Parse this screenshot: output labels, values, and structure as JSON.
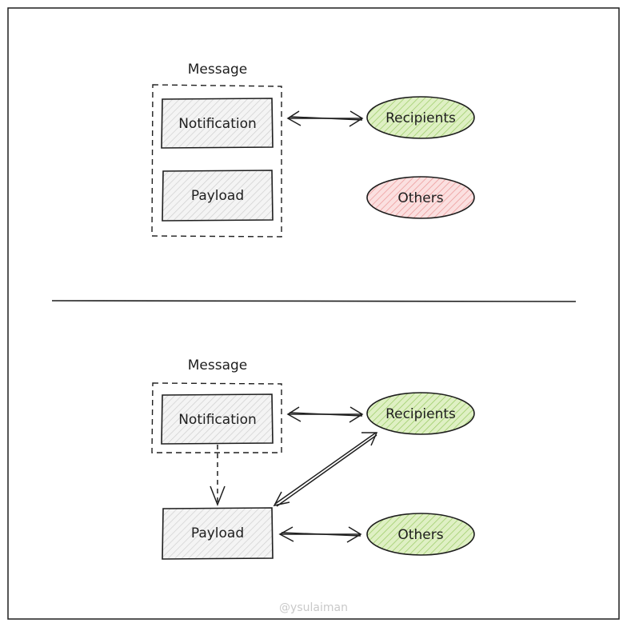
{
  "top": {
    "group_label": "Message",
    "notification_label": "Notification",
    "payload_label": "Payload",
    "recipients_label": "Recipients",
    "others_label": "Others"
  },
  "bottom": {
    "group_label": "Message",
    "notification_label": "Notification",
    "payload_label": "Payload",
    "recipients_label": "Recipients",
    "others_label": "Others"
  },
  "watermark": "@ysulaiman",
  "colors": {
    "stroke": "#1e1e1e",
    "box_hatch": "#d0d0d0",
    "green_fill": "#cfe8a8",
    "green_hatch": "#8fc25a",
    "red_fill": "#f8d2d2",
    "red_hatch": "#e58b8b"
  }
}
